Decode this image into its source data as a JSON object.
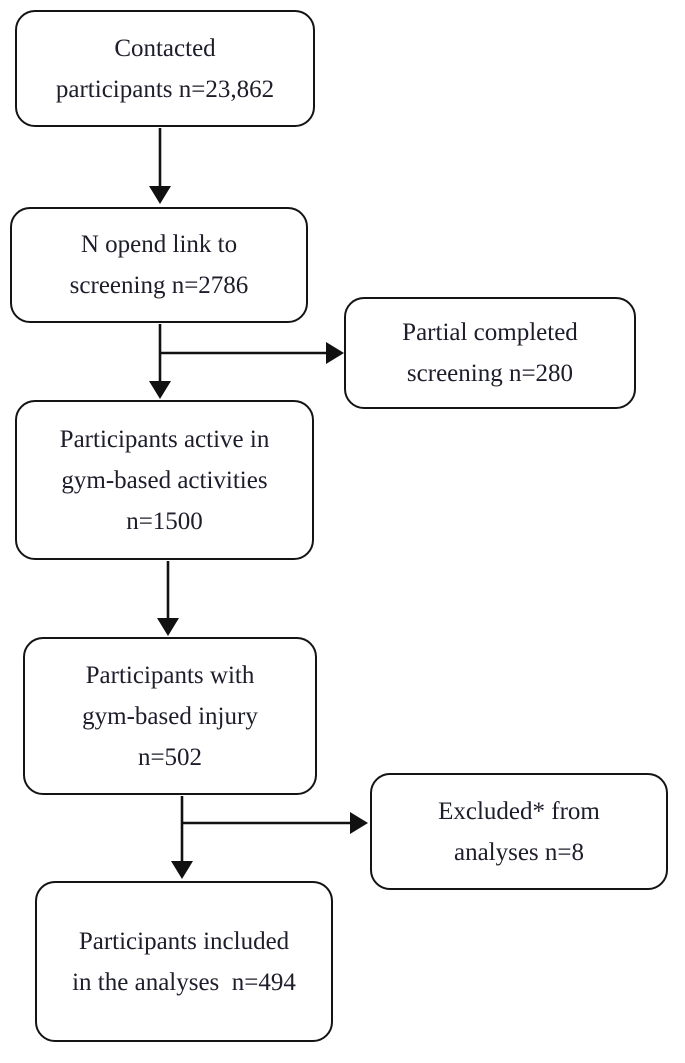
{
  "figure": {
    "type": "flowchart",
    "colors": {
      "background": "#ffffff",
      "box_fill": "#ffffff",
      "box_border": "#141414",
      "text": "#1d1d2b",
      "arrow": "#111111"
    },
    "nodes": [
      {
        "id": "contacted",
        "lines": [
          "Contacted",
          "participants n=23,862"
        ]
      },
      {
        "id": "opened-link",
        "lines": [
          "N opend link to",
          "screening n=2786"
        ]
      },
      {
        "id": "partial-screening",
        "lines": [
          "Partial completed",
          "screening n=280"
        ]
      },
      {
        "id": "active-gym",
        "lines": [
          "Participants active in",
          "gym-based activities",
          "n=1500"
        ]
      },
      {
        "id": "gym-injury",
        "lines": [
          "Participants with",
          "gym-based injury",
          "n=502"
        ]
      },
      {
        "id": "excluded",
        "lines": [
          "Excluded* from",
          "analyses n=8"
        ]
      },
      {
        "id": "included",
        "lines": [
          "Participants included",
          "in the analyses  n=494"
        ]
      }
    ],
    "edges": [
      {
        "from": "contacted",
        "to": "opened-link",
        "branch": false
      },
      {
        "from": "opened-link",
        "to": "partial-screening",
        "branch": true
      },
      {
        "from": "opened-link",
        "to": "active-gym",
        "branch": false
      },
      {
        "from": "active-gym",
        "to": "gym-injury",
        "branch": false
      },
      {
        "from": "gym-injury",
        "to": "excluded",
        "branch": true
      },
      {
        "from": "gym-injury",
        "to": "included",
        "branch": false
      }
    ]
  }
}
